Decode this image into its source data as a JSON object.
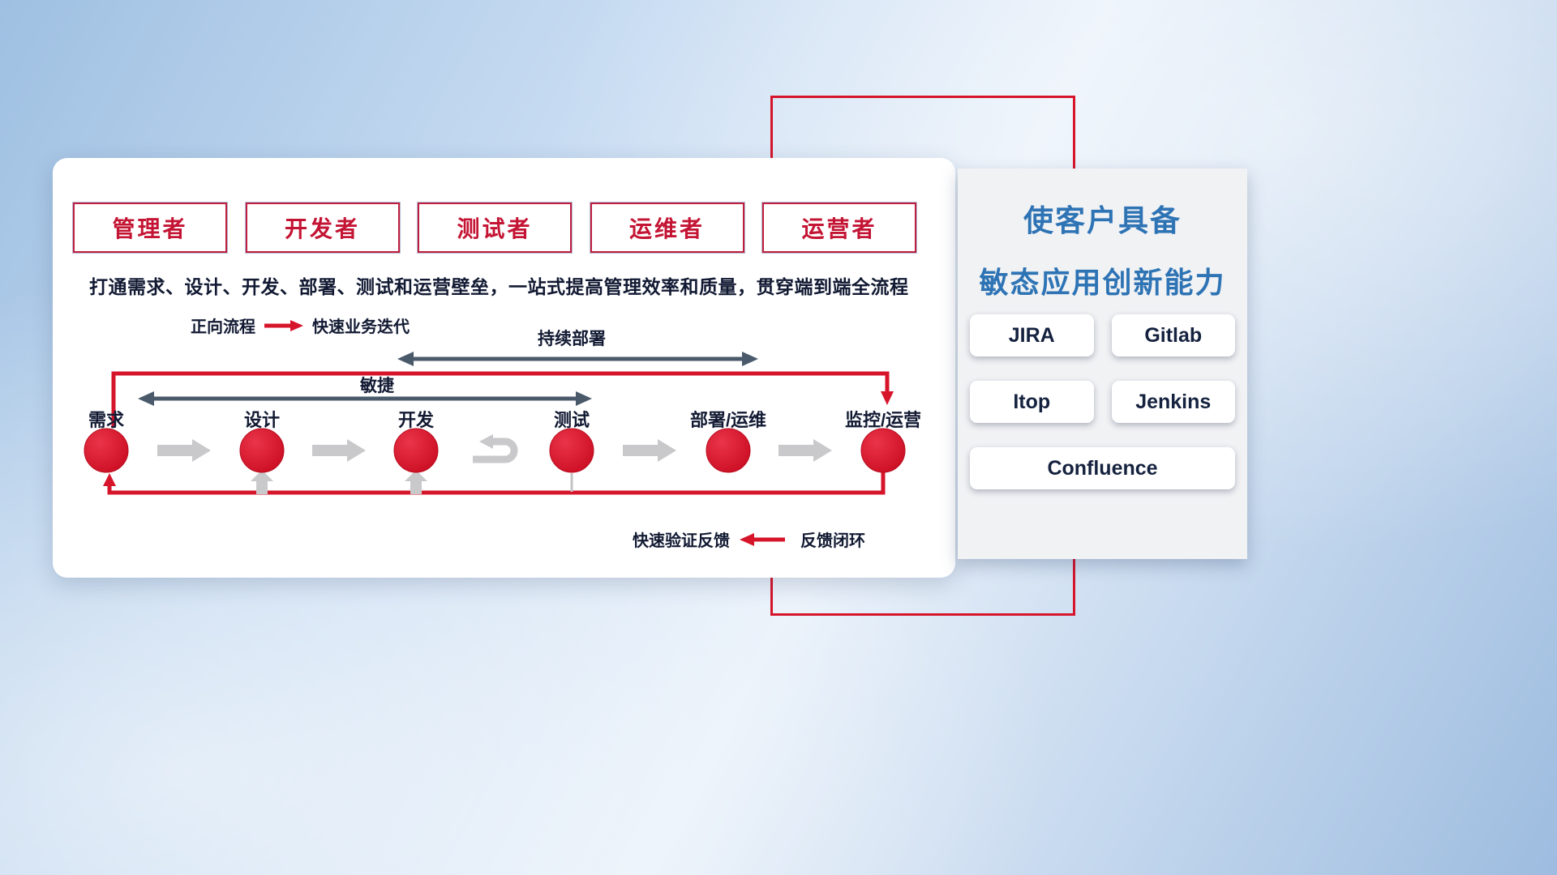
{
  "card": {
    "roles": [
      "管理者",
      "开发者",
      "测试者",
      "运维者",
      "运营者"
    ],
    "description": "打通需求、设计、开发、部署、测试和运营壁垒，一站式提高管理效率和质量，贯穿端到端全流程",
    "legend_forward": {
      "label": "正向流程",
      "desc": "快速业务迭代"
    },
    "legend_feedback": {
      "desc": "快速验证反馈",
      "label": "反馈闭环"
    },
    "flow": {
      "continuous_deploy": "持续部署",
      "agile": "敏捷",
      "stages": [
        "需求",
        "设计",
        "开发",
        "测试",
        "部署/运维",
        "监控/运营"
      ]
    }
  },
  "panel": {
    "title_line1": "使客户具备",
    "title_line2": "敏态应用创新能力",
    "tools": [
      "JIRA",
      "Gitlab",
      "Itop",
      "Jenkins",
      "Confluence"
    ]
  },
  "colors": {
    "accent_red": "#d6152b",
    "title_blue": "#2e74b5",
    "dark_arrow": "#4a5a6b",
    "light_arrow": "#c9c9cb"
  }
}
